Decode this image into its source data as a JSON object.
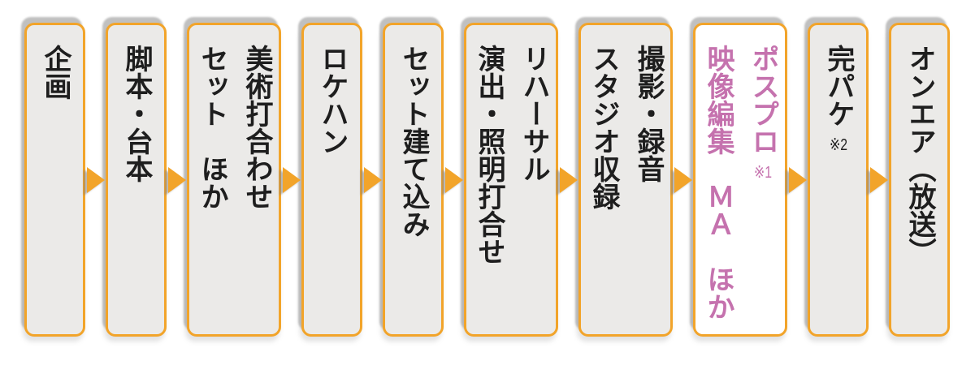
{
  "colors": {
    "orange": "#F2A42A",
    "pink": "#C572AE",
    "box-bg": "#EBEAE8",
    "highlight-bg": "#FFFFFF",
    "text": "#1E1E1E"
  },
  "flow": {
    "direction": "left-to-right",
    "arrow_icon": "right-triangle",
    "steps": [
      {
        "id": "planning",
        "columns": [
          [
            {
              "text": "企画"
            }
          ]
        ]
      },
      {
        "id": "script",
        "columns": [
          [
            {
              "text": "脚本・台本"
            }
          ]
        ]
      },
      {
        "id": "art-meeting",
        "columns": [
          [
            {
              "text": "美術打合わせ"
            }
          ],
          [
            {
              "text": "セット　ほか"
            }
          ]
        ]
      },
      {
        "id": "location-hunting",
        "columns": [
          [
            {
              "text": "ロケハン"
            }
          ]
        ]
      },
      {
        "id": "set-construction",
        "columns": [
          [
            {
              "text": "セット建て込み"
            }
          ]
        ]
      },
      {
        "id": "rehearsal",
        "columns": [
          [
            {
              "text": "リハーサル"
            }
          ],
          [
            {
              "text": "演出・照明打合せ"
            }
          ]
        ]
      },
      {
        "id": "studio-recording",
        "columns": [
          [
            {
              "text": "撮影・録音"
            }
          ],
          [
            {
              "text": "スタジオ収録"
            }
          ]
        ]
      },
      {
        "id": "post-production",
        "highlight": true,
        "columns": [
          [
            {
              "text": "ポスプロ"
            },
            {
              "text": "※1",
              "small": true
            }
          ],
          [
            {
              "text": "映像編集　ＭＡ　ほか"
            }
          ]
        ]
      },
      {
        "id": "complete-package",
        "columns": [
          [
            {
              "text": "完パケ"
            },
            {
              "text": "※2",
              "small": true
            }
          ]
        ]
      },
      {
        "id": "on-air",
        "columns": [
          [
            {
              "text": "オンエア（放送）"
            }
          ]
        ]
      }
    ]
  }
}
